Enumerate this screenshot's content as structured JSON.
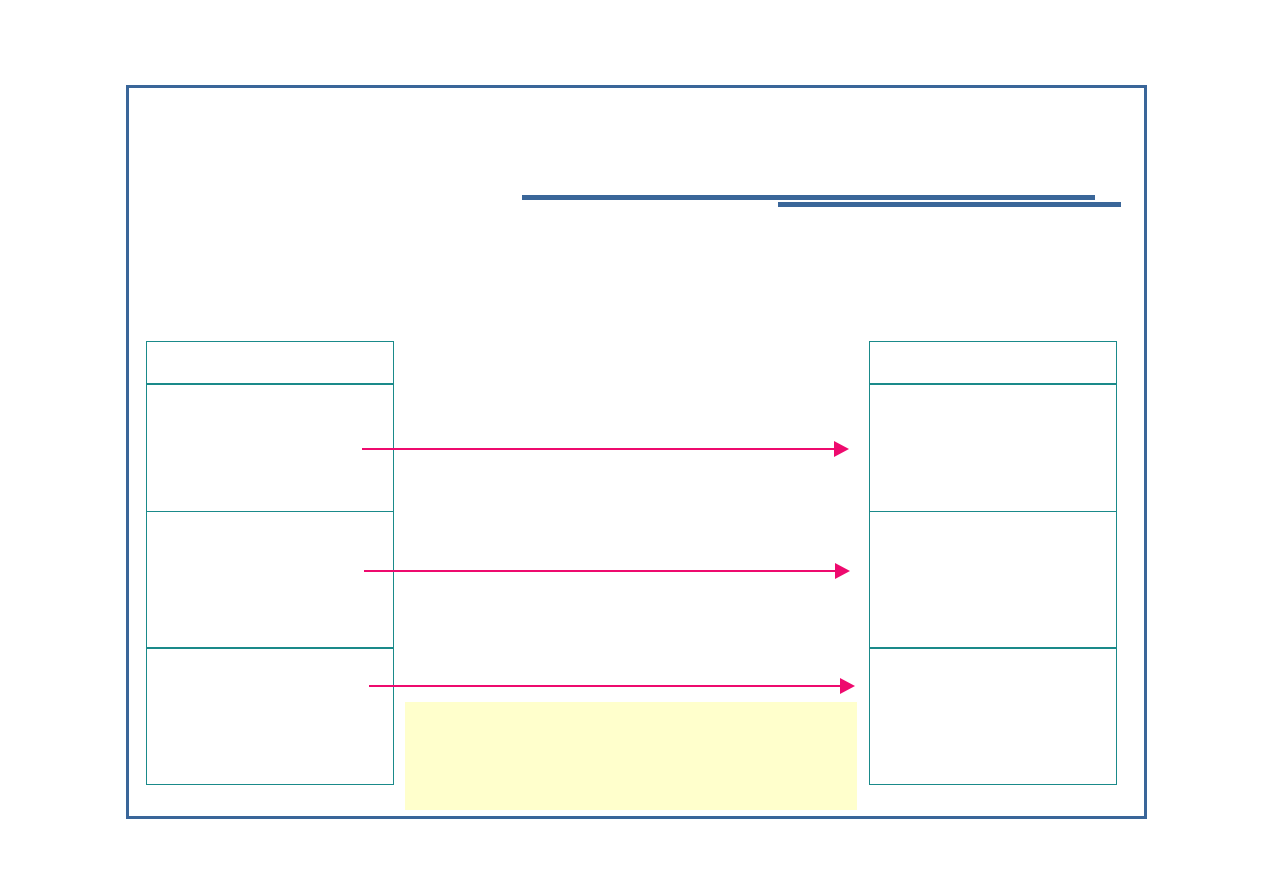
{
  "diagram": {
    "title": "",
    "left_table": {
      "header": "",
      "rows": [
        "",
        "",
        ""
      ]
    },
    "right_table": {
      "header": "",
      "rows": [
        "",
        "",
        ""
      ]
    },
    "arrows": [
      {
        "from": "left-row-1",
        "to": "right-row-1",
        "label": ""
      },
      {
        "from": "left-row-2",
        "to": "right-row-2",
        "label": ""
      },
      {
        "from": "left-row-3",
        "to": "right-row-3",
        "label": ""
      }
    ],
    "note": ""
  },
  "colors": {
    "frame": "#3a6699",
    "table_border": "#1a8a8a",
    "arrow": "#ee0a6e",
    "note_fill": "#ffffcc"
  }
}
